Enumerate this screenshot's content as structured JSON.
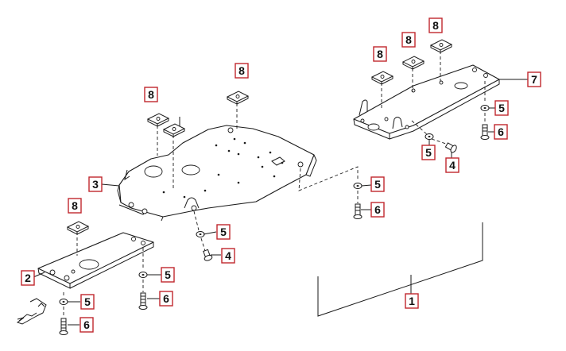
{
  "callouts": {
    "c1": "1",
    "c2": "2",
    "c3": "3",
    "c4a": "4",
    "c4b": "4",
    "c5a": "5",
    "c5b": "5",
    "c5c": "5",
    "c5d": "5",
    "c5e": "5",
    "c5f": "5",
    "c6a": "6",
    "c6b": "6",
    "c6c": "6",
    "c6d": "6",
    "c7": "7",
    "c8a": "8",
    "c8b": "8",
    "c8c": "8",
    "c8d": "8",
    "c8e": "8",
    "c8f": "8"
  },
  "colors": {
    "callout_border": "#c0272d",
    "line": "#1a1a1a"
  },
  "icons": {
    "front_indicator": "front-direction-icon"
  }
}
